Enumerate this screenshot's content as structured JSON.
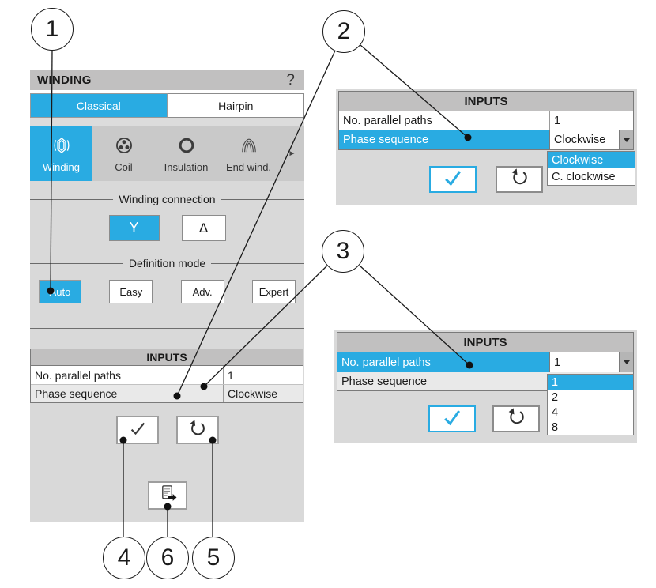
{
  "colors": {
    "accent": "#29abe2",
    "panel_bg": "#d9d9d9",
    "header_bg": "#c1c0c0"
  },
  "winding_panel": {
    "title": "WINDING",
    "help": "?",
    "type_tabs": {
      "classical": "Classical",
      "hairpin": "Hairpin"
    },
    "nav": {
      "winding": "Winding",
      "coil": "Coil",
      "insulation": "Insulation",
      "end_winding": "End wind.",
      "more": "►"
    },
    "connection": {
      "legend": "Winding connection",
      "star": "Y",
      "delta": "Δ"
    },
    "definition": {
      "legend": "Definition mode",
      "auto": "Auto",
      "easy": "Easy",
      "adv": "Adv.",
      "expert": "Expert"
    },
    "inputs": {
      "title": "INPUTS",
      "rows": [
        {
          "label": "No. parallel paths",
          "value": "1"
        },
        {
          "label": "Phase sequence",
          "value": "Clockwise"
        }
      ]
    }
  },
  "phase_panel": {
    "inputs_title": "INPUTS",
    "rows": [
      {
        "label": "No. parallel paths",
        "value": "1"
      },
      {
        "label": "Phase sequence",
        "value": "Clockwise"
      }
    ],
    "dropdown_options": [
      "Clockwise",
      "C. clockwise"
    ],
    "selected_option": "Clockwise"
  },
  "paths_panel": {
    "inputs_title": "INPUTS",
    "rows": [
      {
        "label": "No. parallel paths",
        "value": "1"
      },
      {
        "label": "Phase sequence",
        "value": ""
      }
    ],
    "dropdown_options": [
      "1",
      "2",
      "4",
      "8"
    ],
    "selected_option": "1"
  },
  "callouts": {
    "c1": "1",
    "c2": "2",
    "c3": "3",
    "c4": "4",
    "c5": "5",
    "c6": "6"
  }
}
